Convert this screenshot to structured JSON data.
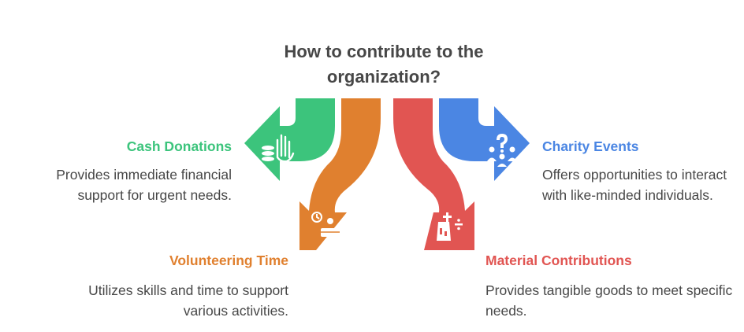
{
  "title": "How to contribute to the organization?",
  "colors": {
    "green": "#3cc47c",
    "orange": "#e0802f",
    "red": "#e15552",
    "blue": "#4b86e3",
    "text": "#474747"
  },
  "items": [
    {
      "heading": "Cash Donations",
      "description": "Provides immediate financial support for urgent needs.",
      "color": "#3cc47c",
      "icon": "hand-coins-icon"
    },
    {
      "heading": "Volunteering Time",
      "description": "Utilizes skills and time to support various activities.",
      "color": "#e0802f",
      "icon": "volunteer-clock-icon"
    },
    {
      "heading": "Material Contributions",
      "description": "Provides tangible goods to meet specific needs.",
      "color": "#e15552",
      "icon": "calculator-goods-icon"
    },
    {
      "heading": "Charity Events",
      "description": "Offers opportunities to interact with like-minded individuals.",
      "color": "#4b86e3",
      "icon": "group-question-icon"
    }
  ]
}
